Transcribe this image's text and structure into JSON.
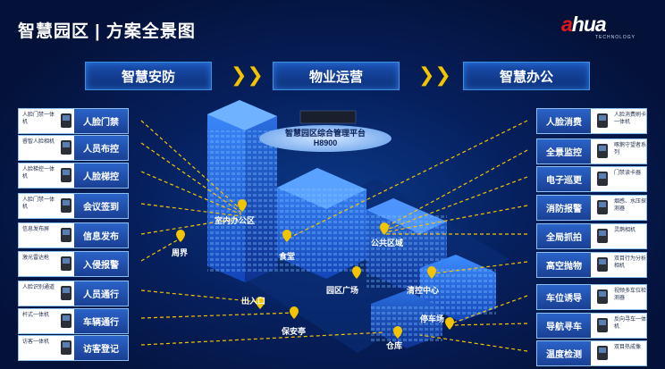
{
  "title": "智慧园区 | 方案全景图",
  "logo": {
    "word_a": "a",
    "word_rest": "hua",
    "sub": "TECHNOLOGY"
  },
  "stages": [
    "智慧安防",
    "物业运营",
    "智慧办公"
  ],
  "platform": {
    "line1": "智慧园区综合管理平台",
    "line2": "H8900"
  },
  "left_cards": [
    {
      "label": "人脸门禁",
      "desc": "人脸门禁一体机"
    },
    {
      "label": "人员布控",
      "desc": "睿智人脸相机"
    },
    {
      "label": "人脸梯控",
      "desc": "人脸梯控一体机"
    },
    {
      "label": "会议签到",
      "desc": "人脸门禁一体机"
    },
    {
      "label": "信息发布",
      "desc": "信息发布屏"
    },
    {
      "label": "入侵报警",
      "desc": "激光雷达枪"
    },
    {
      "label": "人员通行",
      "desc": "人脸识别通道"
    },
    {
      "label": "车辆通行",
      "desc": "杆式一体机"
    },
    {
      "label": "访客登记",
      "desc": "访客一体机"
    }
  ],
  "right_cards": [
    {
      "label": "人脸消费",
      "desc": "人脸消费刷卡一体机"
    },
    {
      "label": "全景监控",
      "desc": "啄鹅守望者系列"
    },
    {
      "label": "电子巡更",
      "desc": "门禁读卡器"
    },
    {
      "label": "消防报警",
      "desc": "烟感、水压探测器"
    },
    {
      "label": "全局抓拍",
      "desc": "灵鹊相机"
    },
    {
      "label": "高空抛物",
      "desc": "双目行为分析相机"
    },
    {
      "label": "车位诱导",
      "desc": "视频多车位检测器"
    },
    {
      "label": "导航寻车",
      "desc": "反向寻车一体机"
    },
    {
      "label": "温度检测",
      "desc": "双目热成像"
    }
  ],
  "pins": [
    {
      "label": "室内办公区"
    },
    {
      "label": "食堂"
    },
    {
      "label": "公共区域"
    },
    {
      "label": "周界"
    },
    {
      "label": "园区广场"
    },
    {
      "label": "清控中心"
    },
    {
      "label": "出入口"
    },
    {
      "label": "保安亭"
    },
    {
      "label": "停车场"
    },
    {
      "label": "仓库"
    }
  ],
  "colors": {
    "bg": "#04123a",
    "accent": "#f5c400",
    "card_label": "#2a63c8",
    "logo_red": "#e3161d"
  }
}
